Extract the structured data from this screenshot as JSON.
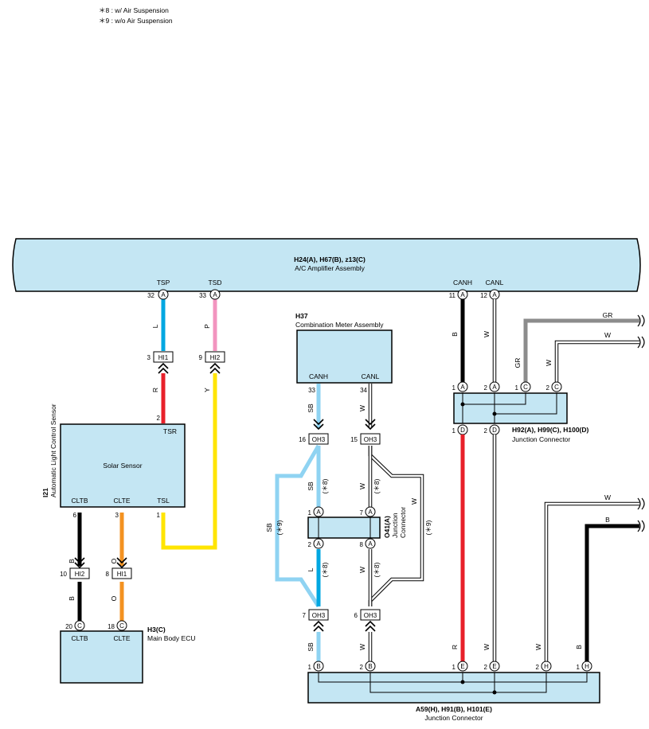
{
  "notes": [
    "＊8 : w/ Air Suspension",
    "＊9 : w/o Air Suspension"
  ],
  "components": {
    "ac_amp": {
      "id": "H24(A), H67(B), z13(C)",
      "name": "A/C Amplifier Assembly",
      "pins": {
        "tsp": "TSP",
        "tsd": "TSD",
        "canh": "CANH",
        "canl": "CANL"
      }
    },
    "combo_meter": {
      "id": "H37",
      "name": "Combination Meter Assembly",
      "pins": {
        "canh": "CANH",
        "canl": "CANL"
      }
    },
    "solar": {
      "id": "I21",
      "name": "Automatic Light Control Sensor",
      "inner": "Solar Sensor",
      "pins": {
        "tsr": "TSR",
        "cltb": "CLTB",
        "clte": "CLTE",
        "tsl": "TSL"
      }
    },
    "main_body_ecu": {
      "id": "H3(C)",
      "name": "Main Body ECU",
      "pins": {
        "cltb": "CLTB",
        "clte": "CLTE"
      }
    },
    "jc_h92": {
      "id": "H92(A), H99(C), H100(D)",
      "name": "Junction Connector"
    },
    "jc_o41": {
      "id": "O41(A)",
      "name1": "Junction",
      "name2": "Connector"
    },
    "jc_a59": {
      "id": "A59(H), H91(B), H101(E)",
      "name": "Junction Connector"
    }
  },
  "wire_colors": {
    "L": "L",
    "P": "P",
    "R": "R",
    "Y": "Y",
    "B": "B",
    "O": "O",
    "W": "W",
    "GR": "GR",
    "SB": "SB"
  },
  "connectors": {
    "hi1": "HI1",
    "hi2": "HI2",
    "oh3": "OH3"
  },
  "pin_numbers": {
    "p1": "1",
    "p2": "2",
    "p3": "3",
    "p6": "6",
    "p7": "7",
    "p8": "8",
    "p9": "9",
    "p10": "10",
    "p11": "11",
    "p12": "12",
    "p15": "15",
    "p16": "16",
    "p18": "18",
    "p20": "20",
    "p32": "32",
    "p33": "33",
    "p34": "34"
  },
  "pin_letters": {
    "A": "A",
    "B": "B",
    "C": "C",
    "D": "D",
    "E": "E",
    "H": "H"
  },
  "options": {
    "o8": "(＊8)",
    "o9": "(＊9)"
  },
  "colors": {
    "light_blue": "#c4e6f3",
    "blue": "#00a7e1",
    "sky": "#8fd3f2",
    "red": "#e8202a",
    "pink": "#f294bf",
    "yellow": "#ffe500",
    "orange": "#f39221",
    "black": "#000000",
    "gray": "#8c8c8c",
    "white_wire": "#ffffff"
  }
}
